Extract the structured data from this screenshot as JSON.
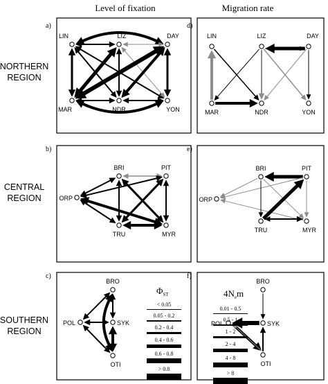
{
  "columns": {
    "left_title": "Level of fixation",
    "right_title": "Migration rate"
  },
  "regions": {
    "northern": [
      "NORTHERN",
      "REGION"
    ],
    "central": [
      "CENTRAL",
      "REGION"
    ],
    "southern": [
      "SOUTHERN",
      "REGION"
    ]
  },
  "colors": {
    "black": "#000000",
    "gray": "#8c8c8c"
  },
  "panels": [
    {
      "id": "a",
      "letter": "a)",
      "nodes": [
        {
          "id": "LIN",
          "label": "LIN"
        },
        {
          "id": "LIZ",
          "label": "LIZ"
        },
        {
          "id": "DAY",
          "label": "DAY"
        },
        {
          "id": "MAR",
          "label": "MAR"
        },
        {
          "id": "NDR",
          "label": "NDR"
        },
        {
          "id": "YON",
          "label": "YON"
        }
      ],
      "edges": [
        {
          "from": "LIN",
          "to": "DAY",
          "w": 4,
          "color": "black",
          "curve": -30,
          "arrows": "both"
        },
        {
          "from": "LIN",
          "to": "LIZ",
          "w": 2,
          "color": "black",
          "arrows": "both"
        },
        {
          "from": "LIZ",
          "to": "DAY",
          "w": 1,
          "color": "gray",
          "arrows": "both"
        },
        {
          "from": "LIN",
          "to": "MAR",
          "w": 3,
          "color": "black",
          "arrows": "both"
        },
        {
          "from": "LIN",
          "to": "NDR",
          "w": 2,
          "color": "black",
          "arrows": "both"
        },
        {
          "from": "LIN",
          "to": "YON",
          "w": 2,
          "color": "black",
          "arrows": "both"
        },
        {
          "from": "LIZ",
          "to": "MAR",
          "w": 5,
          "color": "black",
          "arrows": "both"
        },
        {
          "from": "LIZ",
          "to": "NDR",
          "w": 2,
          "color": "black",
          "arrows": "both"
        },
        {
          "from": "LIZ",
          "to": "YON",
          "w": 1,
          "color": "gray",
          "arrows": "both"
        },
        {
          "from": "DAY",
          "to": "MAR",
          "w": 6,
          "color": "black",
          "arrows": "both"
        },
        {
          "from": "DAY",
          "to": "NDR",
          "w": 4,
          "color": "black",
          "arrows": "both"
        },
        {
          "from": "DAY",
          "to": "YON",
          "w": 3,
          "color": "black",
          "arrows": "both"
        },
        {
          "from": "MAR",
          "to": "NDR",
          "w": 2,
          "color": "black",
          "arrows": "both"
        },
        {
          "from": "NDR",
          "to": "YON",
          "w": 2,
          "color": "black",
          "arrows": "both"
        },
        {
          "from": "MAR",
          "to": "YON",
          "w": 4,
          "color": "black",
          "curve": 30,
          "arrows": "both"
        }
      ]
    },
    {
      "id": "d",
      "letter": "d)",
      "nodes": [
        {
          "id": "LIN",
          "label": "LIN"
        },
        {
          "id": "LIZ",
          "label": "LIZ"
        },
        {
          "id": "DAY",
          "label": "DAY"
        },
        {
          "id": "MAR",
          "label": "MAR"
        },
        {
          "id": "NDR",
          "label": "NDR"
        },
        {
          "id": "YON",
          "label": "YON"
        }
      ],
      "edges": [
        {
          "from": "DAY",
          "to": "LIZ",
          "w": 5,
          "color": "black",
          "arrows": "end",
          "offset": -3
        },
        {
          "from": "LIZ",
          "to": "DAY",
          "w": 1,
          "color": "black",
          "arrows": "end",
          "offset": 3
        },
        {
          "from": "MAR",
          "to": "LIN",
          "w": 4,
          "color": "gray",
          "arrows": "end"
        },
        {
          "from": "LIN",
          "to": "NDR",
          "w": 1.5,
          "color": "black",
          "arrows": "end"
        },
        {
          "from": "LIZ",
          "to": "MAR",
          "w": 1,
          "color": "black",
          "arrows": "end"
        },
        {
          "from": "LIZ",
          "to": "NDR",
          "w": 2,
          "color": "gray",
          "arrows": "end"
        },
        {
          "from": "LIZ",
          "to": "YON",
          "w": 1.5,
          "color": "gray",
          "arrows": "end"
        },
        {
          "from": "DAY",
          "to": "NDR",
          "w": 1,
          "color": "gray",
          "arrows": "end"
        },
        {
          "from": "DAY",
          "to": "YON",
          "w": 1,
          "color": "black",
          "arrows": "end"
        },
        {
          "from": "MAR",
          "to": "NDR",
          "w": 4,
          "color": "black",
          "arrows": "end"
        }
      ]
    },
    {
      "id": "b",
      "letter": "b)",
      "nodes": [
        {
          "id": "BRI",
          "label": "BRI"
        },
        {
          "id": "PIT",
          "label": "PIT"
        },
        {
          "id": "ORP",
          "label": "ORP"
        },
        {
          "id": "TRU",
          "label": "TRU"
        },
        {
          "id": "MYR",
          "label": "MYR"
        }
      ],
      "edges": [
        {
          "from": "BRI",
          "to": "PIT",
          "w": 1.5,
          "color": "gray",
          "arrows": "both"
        },
        {
          "from": "BRI",
          "to": "ORP",
          "w": 2,
          "color": "black",
          "arrows": "both"
        },
        {
          "from": "BRI",
          "to": "TRU",
          "w": 2,
          "color": "black",
          "arrows": "both"
        },
        {
          "from": "BRI",
          "to": "MYR",
          "w": 3,
          "color": "black",
          "arrows": "both"
        },
        {
          "from": "PIT",
          "to": "ORP",
          "w": 2,
          "color": "black",
          "arrows": "both"
        },
        {
          "from": "PIT",
          "to": "TRU",
          "w": 3,
          "color": "black",
          "arrows": "both"
        },
        {
          "from": "PIT",
          "to": "MYR",
          "w": 2,
          "color": "black",
          "arrows": "both"
        },
        {
          "from": "ORP",
          "to": "TRU",
          "w": 2,
          "color": "black",
          "arrows": "both"
        },
        {
          "from": "ORP",
          "to": "MYR",
          "w": 4,
          "color": "black",
          "arrows": "both"
        },
        {
          "from": "TRU",
          "to": "MYR",
          "w": 4,
          "color": "black",
          "arrows": "both"
        }
      ]
    },
    {
      "id": "e",
      "letter": "e)",
      "nodes": [
        {
          "id": "BRI",
          "label": "BRI"
        },
        {
          "id": "PIT",
          "label": "PIT"
        },
        {
          "id": "ORP",
          "label": "ORP"
        },
        {
          "id": "TRU",
          "label": "TRU"
        },
        {
          "id": "MYR",
          "label": "MYR"
        }
      ],
      "edges": [
        {
          "from": "PIT",
          "to": "BRI",
          "w": 5,
          "color": "black",
          "arrows": "end"
        },
        {
          "from": "BRI",
          "to": "ORP",
          "w": 1,
          "color": "gray",
          "arrows": "end"
        },
        {
          "from": "PIT",
          "to": "ORP",
          "w": 1,
          "color": "gray",
          "arrows": "end"
        },
        {
          "from": "MYR",
          "to": "ORP",
          "w": 1,
          "color": "gray",
          "arrows": "end"
        },
        {
          "from": "BRI",
          "to": "TRU",
          "w": 1,
          "color": "black",
          "arrows": "end"
        },
        {
          "from": "BRI",
          "to": "MYR",
          "w": 1,
          "color": "gray",
          "arrows": "end"
        },
        {
          "from": "TRU",
          "to": "PIT",
          "w": 5,
          "color": "black",
          "arrows": "end"
        },
        {
          "from": "PIT",
          "to": "MYR",
          "w": 1,
          "color": "gray",
          "arrows": "end"
        },
        {
          "from": "TRU",
          "to": "MYR",
          "w": 2,
          "color": "black",
          "arrows": "end",
          "offset": -3
        },
        {
          "from": "MYR",
          "to": "TRU",
          "w": 1.5,
          "color": "black",
          "arrows": "end",
          "offset": 3
        }
      ]
    },
    {
      "id": "c",
      "letter": "c)",
      "nodes": [
        {
          "id": "BRO",
          "label": "BRO"
        },
        {
          "id": "POL",
          "label": "POL"
        },
        {
          "id": "SYK",
          "label": "SYK"
        },
        {
          "id": "OTI",
          "label": "OTI"
        }
      ],
      "edges": [
        {
          "from": "BRO",
          "to": "POL",
          "w": 2,
          "color": "black",
          "arrows": "both"
        },
        {
          "from": "BRO",
          "to": "SYK",
          "w": 2,
          "color": "black",
          "arrows": "both"
        },
        {
          "from": "BRO",
          "to": "OTI",
          "w": 4,
          "color": "black",
          "curve": 22,
          "arrows": "both"
        },
        {
          "from": "POL",
          "to": "SYK",
          "w": 2,
          "color": "black",
          "arrows": "both"
        },
        {
          "from": "POL",
          "to": "OTI",
          "w": 2,
          "color": "black",
          "arrows": "both"
        },
        {
          "from": "SYK",
          "to": "OTI",
          "w": 4,
          "color": "black",
          "arrows": "both"
        }
      ],
      "legend": {
        "title": "Φ",
        "title_sub": "ST",
        "items": [
          {
            "label": "< 0.05",
            "w": 1
          },
          {
            "label": "0.05 - 0.2",
            "w": 2
          },
          {
            "label": "0.2 - 0.4",
            "w": 3
          },
          {
            "label": "0.4 - 0.6",
            "w": 5
          },
          {
            "label": "0.6 - 0.8",
            "w": 7
          },
          {
            "label": "> 0.8",
            "w": 9
          }
        ]
      }
    },
    {
      "id": "f",
      "letter": "f)",
      "nodes": [
        {
          "id": "BRO",
          "label": "BRO"
        },
        {
          "id": "POL",
          "label": "POL"
        },
        {
          "id": "SYK",
          "label": "SYK"
        },
        {
          "id": "OTI",
          "label": "OTI"
        }
      ],
      "edges": [
        {
          "from": "BRO",
          "to": "SYK",
          "w": 1,
          "color": "black",
          "arrows": "end"
        },
        {
          "from": "SYK",
          "to": "POL",
          "w": 6,
          "color": "black",
          "arrows": "end"
        },
        {
          "from": "POL",
          "to": "OTI",
          "w": 4,
          "color": "black",
          "arrows": "end",
          "offset": -3
        },
        {
          "from": "OTI",
          "to": "POL",
          "w": 1,
          "color": "gray",
          "arrows": "end",
          "offset": 3
        },
        {
          "from": "OTI",
          "to": "SYK",
          "w": 2,
          "color": "black",
          "arrows": "end"
        }
      ],
      "legend": {
        "title": "4N",
        "title_sub": "e",
        "title_tail": "m",
        "items": [
          {
            "label": "0.01 - 0.5",
            "w": 1
          },
          {
            "label": "0.5 - 1",
            "w": 2
          },
          {
            "label": "1 - 2",
            "w": 3
          },
          {
            "label": "2 - 4",
            "w": 5
          },
          {
            "label": "4 - 8",
            "w": 7
          },
          {
            "label": "> 8",
            "w": 9
          }
        ]
      }
    }
  ]
}
